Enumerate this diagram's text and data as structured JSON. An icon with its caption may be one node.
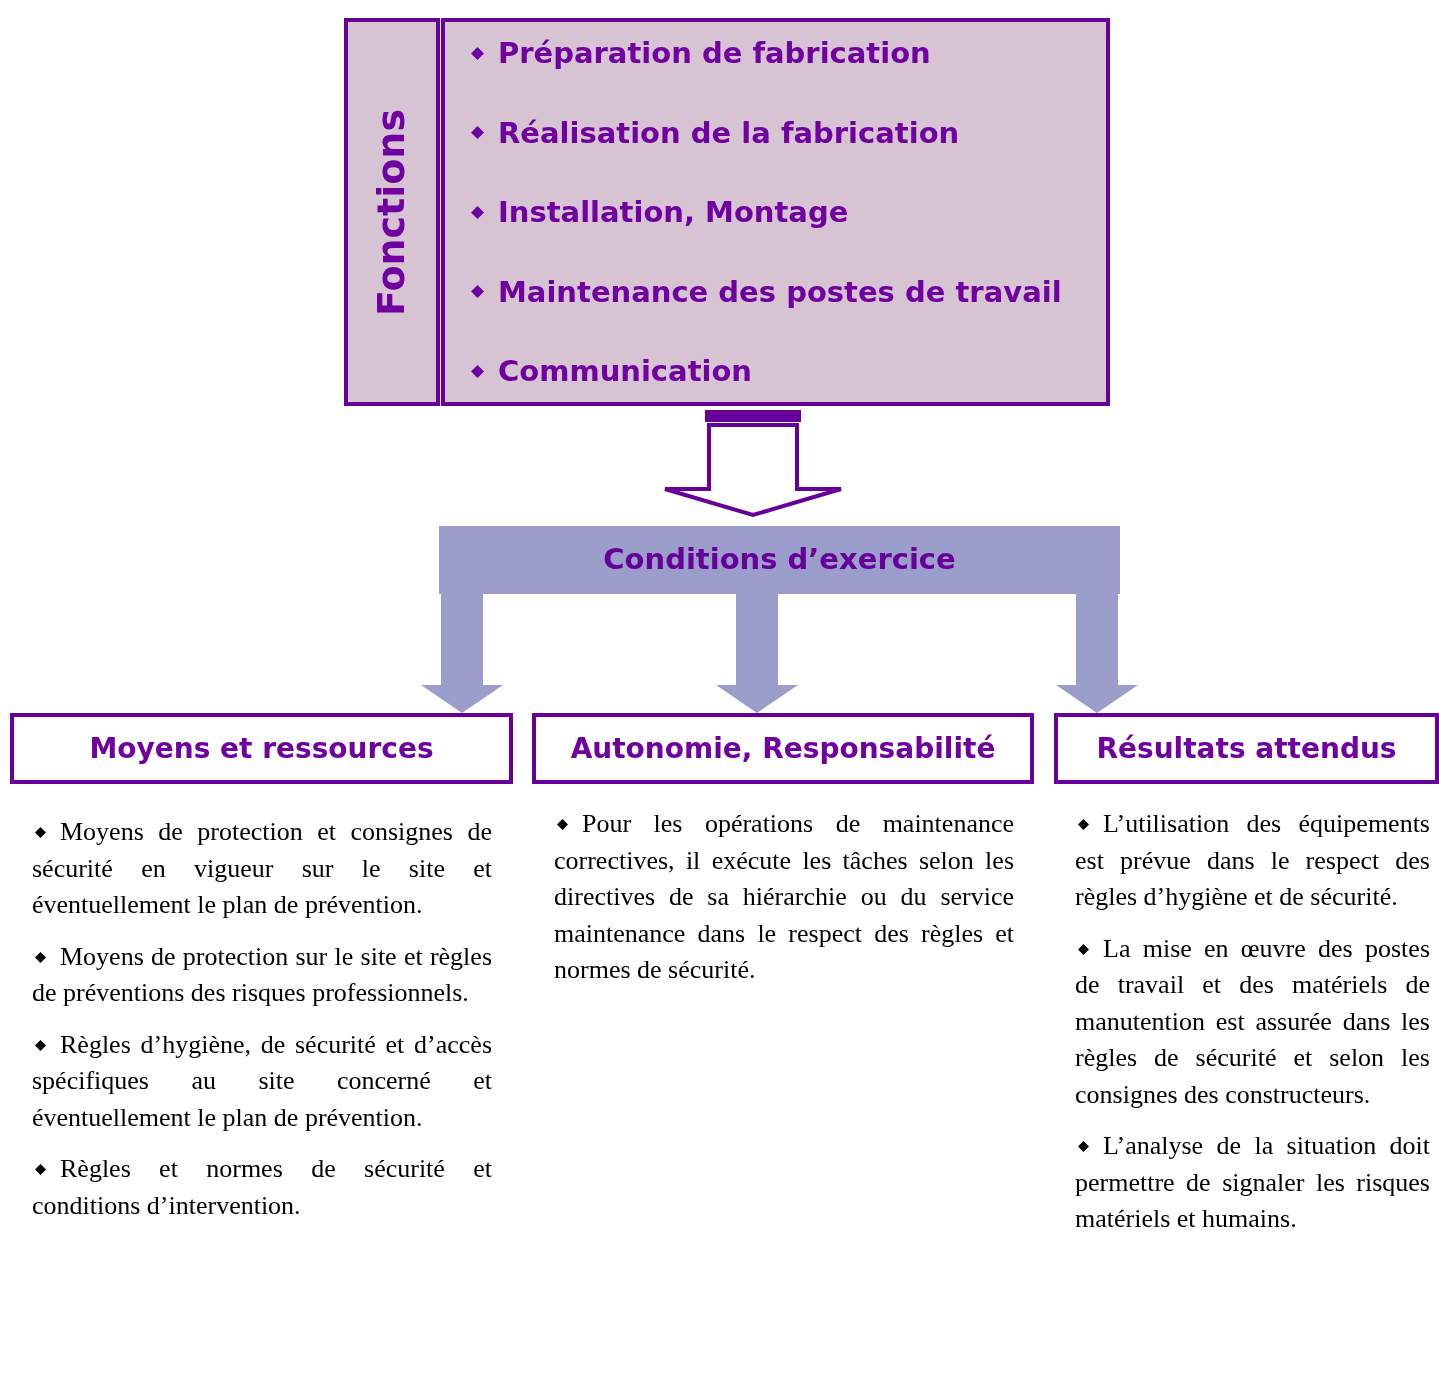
{
  "diagram": {
    "nodes": [
      {
        "text": [
          "Fonctions"
        ]
      },
      {
        "text": [
          "Préparation de fabrication",
          "Réalisation de la fabrication",
          "Installation, Montage",
          "Maintenance des postes de travail",
          "Communication"
        ]
      },
      {
        "text": [
          "Conditions d’exercice"
        ]
      },
      {
        "text": [
          "Moyens et ressources"
        ],
        "beside": [
          "Moyens de protection et consignes de sécurité en vigueur sur le site et éventuellement le plan de prévention.",
          "Moyens de protection sur le site et règles de préventions des risques professionnels.",
          "Règles d’hygiène, de sécurité et d’accès spécifiques au site concerné et éventuellement le plan de prévention.",
          "Règles et normes de sécurité et conditions d’intervention."
        ]
      },
      {
        "text": [
          "Autonomie, Responsabilité"
        ],
        "beside": [
          "Pour les opérations de maintenance correctives, il exécute les tâches selon les directives de sa hiérarchie ou du service maintenance dans le respect des règles et normes de sécurité."
        ]
      },
      {
        "text": [
          "Résultats attendus"
        ],
        "beside": [
          "L’utilisation des équipements est prévue dans le respect des règles d’hygiène et de sécurité.",
          "La mise en œuvre des postes de travail et des matériels de manutention est assurée dans les règles de sécurité et selon les consignes des constructeurs.",
          "L’analyse de la situation doit permettre de signaler les risques matériels et humains."
        ]
      }
    ],
    "edges": [
      {
        "from": 1,
        "to": 2,
        "arrow": "to",
        "color": "#660099"
      },
      {
        "from": 2,
        "to": 3,
        "arrow": "to",
        "style": "thick"
      },
      {
        "from": 2,
        "to": 4,
        "arrow": "to",
        "style": "thick"
      },
      {
        "from": 2,
        "to": 5,
        "arrow": "to",
        "style": "thick"
      }
    ]
  }
}
